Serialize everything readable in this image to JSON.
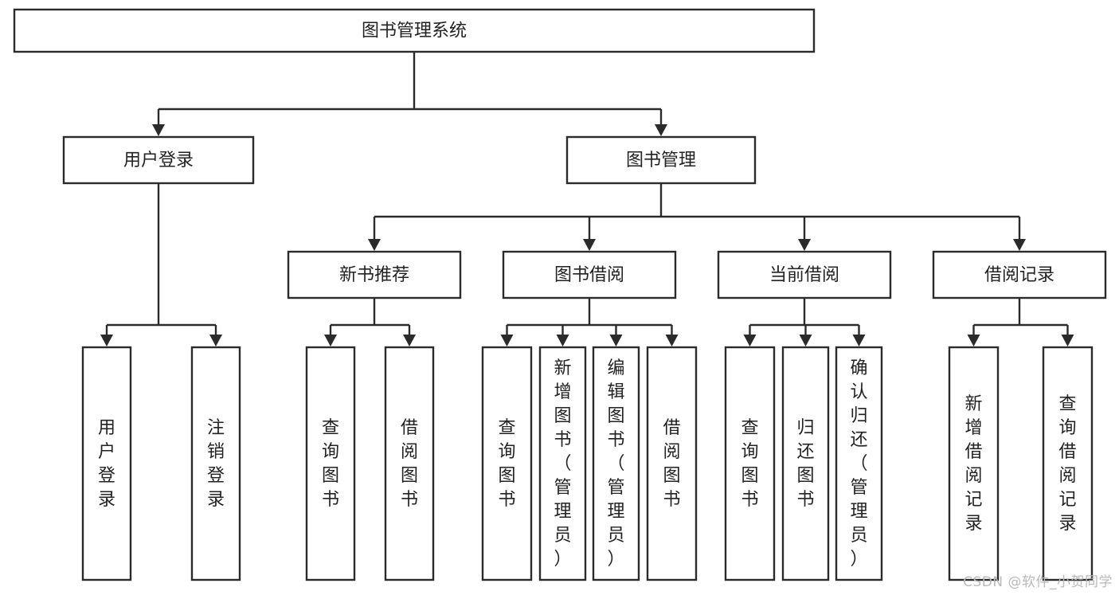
{
  "diagram": {
    "type": "tree",
    "orientation": "top-down",
    "title": "图书管理系统",
    "colors": {
      "box_stroke": "#2b2b2b",
      "box_fill": "#ffffff",
      "connector": "#2b2b2b",
      "text": "#222222",
      "background": "#ffffff",
      "watermark": "#b9b9b9"
    },
    "levels": [
      {
        "level": 1,
        "nodes": [
          {
            "id": "root",
            "label": "图书管理系统",
            "orientation": "horizontal"
          }
        ]
      },
      {
        "level": 2,
        "nodes": [
          {
            "id": "login",
            "label": "用户登录",
            "orientation": "horizontal",
            "parent": "root"
          },
          {
            "id": "bookmgmt",
            "label": "图书管理",
            "orientation": "horizontal",
            "parent": "root"
          }
        ]
      },
      {
        "level": 3,
        "nodes": [
          {
            "id": "newbook",
            "label": "新书推荐",
            "orientation": "horizontal",
            "parent": "bookmgmt"
          },
          {
            "id": "borrow",
            "label": "图书借阅",
            "orientation": "horizontal",
            "parent": "bookmgmt"
          },
          {
            "id": "current",
            "label": "当前借阅",
            "orientation": "horizontal",
            "parent": "bookmgmt"
          },
          {
            "id": "records",
            "label": "借阅记录",
            "orientation": "horizontal",
            "parent": "bookmgmt"
          }
        ]
      },
      {
        "level": 4,
        "nodes": [
          {
            "id": "leaf-user-login",
            "label": "用户登录",
            "orientation": "vertical",
            "parent": "login"
          },
          {
            "id": "leaf-user-logout",
            "label": "注销登录",
            "orientation": "vertical",
            "parent": "login"
          },
          {
            "id": "leaf-newbook-query",
            "label": "查询图书",
            "orientation": "vertical",
            "parent": "newbook"
          },
          {
            "id": "leaf-newbook-borrow",
            "label": "借阅图书",
            "orientation": "vertical",
            "parent": "newbook"
          },
          {
            "id": "leaf-borrow-query",
            "label": "查询图书",
            "orientation": "vertical",
            "parent": "borrow"
          },
          {
            "id": "leaf-borrow-add",
            "label": "新增图书（管理员）",
            "orientation": "vertical",
            "parent": "borrow"
          },
          {
            "id": "leaf-borrow-edit",
            "label": "编辑图书（管理员）",
            "orientation": "vertical",
            "parent": "borrow"
          },
          {
            "id": "leaf-borrow-lend",
            "label": "借阅图书",
            "orientation": "vertical",
            "parent": "borrow"
          },
          {
            "id": "leaf-current-query",
            "label": "查询图书",
            "orientation": "vertical",
            "parent": "current"
          },
          {
            "id": "leaf-current-return",
            "label": "归还图书",
            "orientation": "vertical",
            "parent": "current"
          },
          {
            "id": "leaf-current-confirm",
            "label": "确认归还（管理员）",
            "orientation": "vertical",
            "parent": "current"
          },
          {
            "id": "leaf-records-add",
            "label": "新增借阅记录",
            "orientation": "vertical",
            "parent": "records"
          },
          {
            "id": "leaf-records-query",
            "label": "查询借阅记录",
            "orientation": "vertical",
            "parent": "records"
          }
        ]
      }
    ]
  },
  "watermark": {
    "text": "CSDN @软件_小贺同学"
  }
}
